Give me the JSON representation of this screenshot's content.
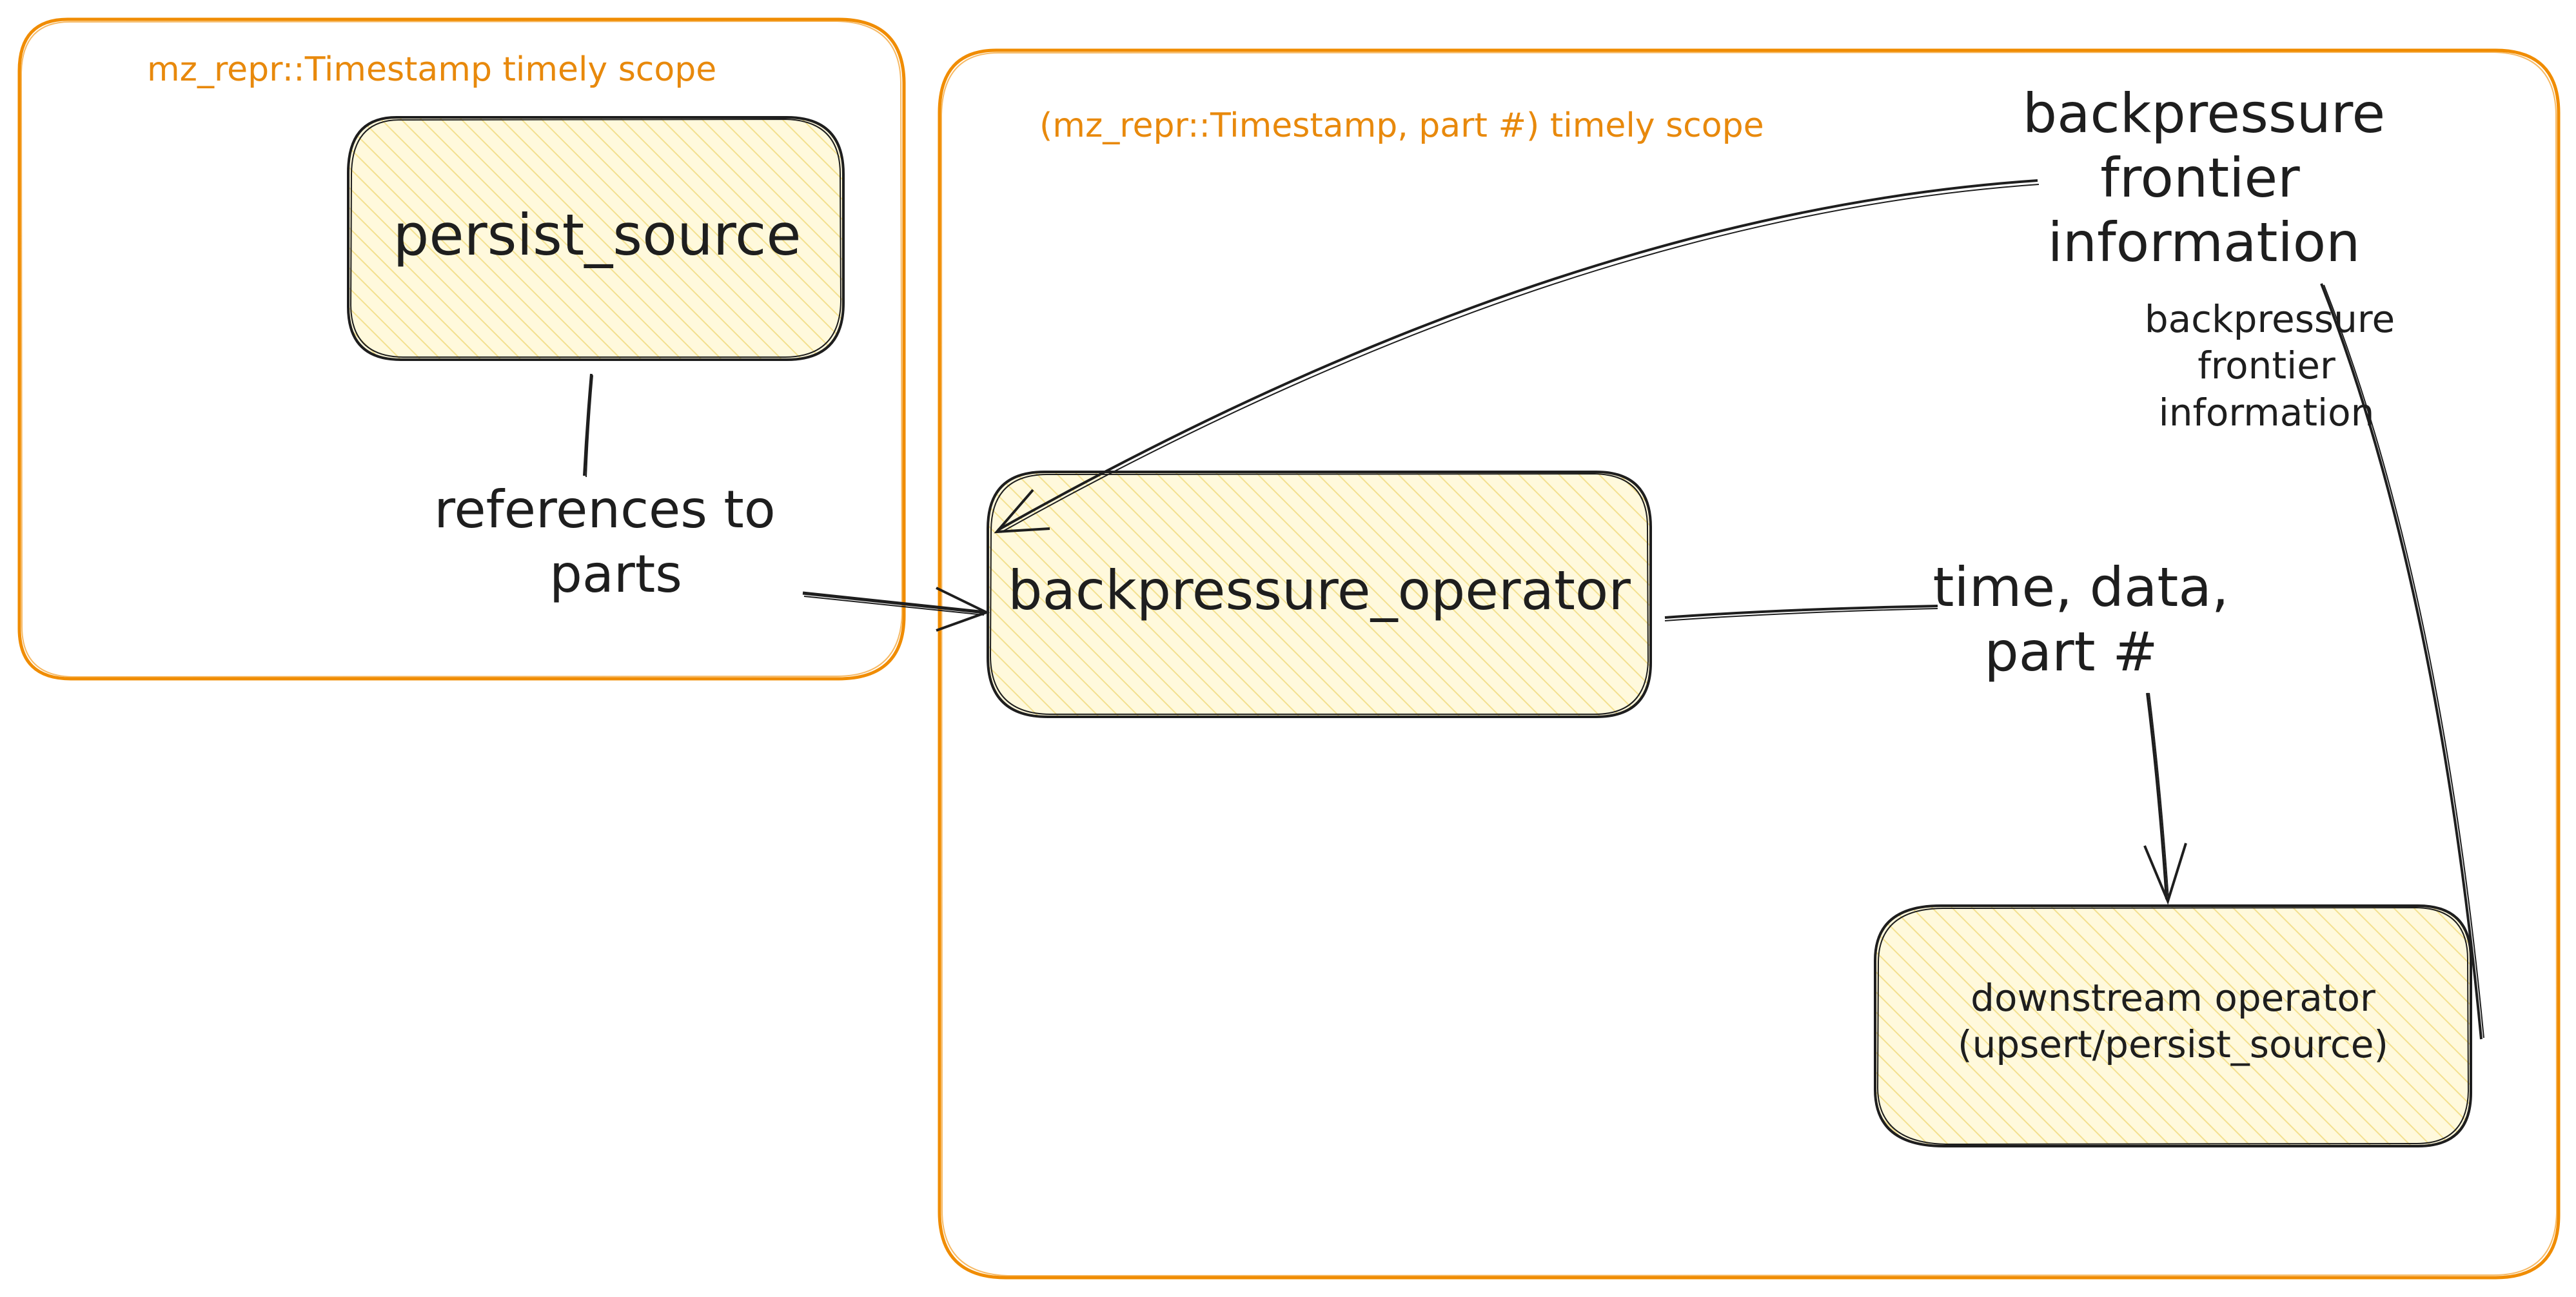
{
  "colors": {
    "scope_stroke": "#f08c00",
    "scope_label": "#e8890c",
    "node_fill": "#fff7d1",
    "node_hatch": "#f5e38a",
    "ink": "#1e1e1e",
    "background": "#ffffff"
  },
  "scopes": {
    "timestamp": {
      "label": "mz_repr::Timestamp timely scope"
    },
    "part": {
      "label": "(mz_repr::Timestamp, part #) timely scope"
    }
  },
  "nodes": {
    "persist_source": {
      "label": "persist_source"
    },
    "backpressure_operator": {
      "label": "backpressure_operator"
    },
    "downstream": {
      "line1": "downstream operator",
      "line2": "(upsert/persist_source)"
    }
  },
  "edges": {
    "references": {
      "line1": "references to",
      "line2": "parts"
    },
    "time_data": {
      "line1": "time, data,",
      "line2": "part #"
    },
    "feedback_main": {
      "line1": "backpressure",
      "line2": "frontier",
      "line3": "information"
    },
    "feedback_small": {
      "line1": "backpressure",
      "line2": "frontier",
      "line3": "information"
    }
  }
}
